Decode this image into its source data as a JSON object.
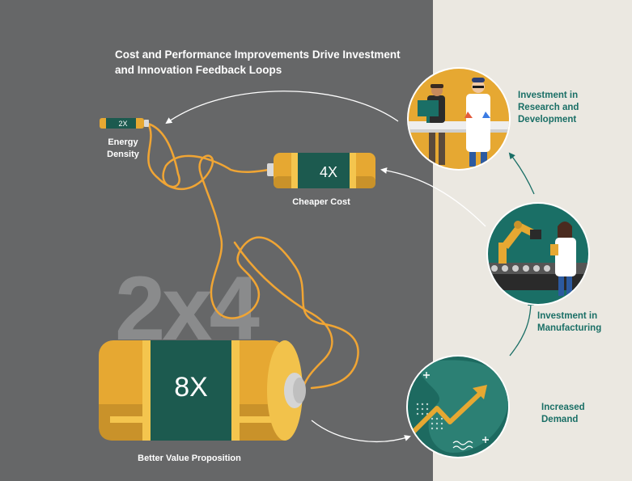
{
  "title_line1": "Cost and Performance Improvements Drive Investment",
  "title_line2": "and Innovation Feedback Loops",
  "battery_small": {
    "value": "2X",
    "label_line1": "Energy",
    "label_line2": "Density"
  },
  "battery_medium": {
    "value": "4X",
    "label": "Cheaper Cost"
  },
  "battery_large": {
    "value": "8X",
    "label": "Better Value Proposition"
  },
  "big_text": "2x4",
  "stages": {
    "research": {
      "line1": "Investment in",
      "line2": "Research and",
      "line3": "Development"
    },
    "manufacturing": {
      "line1": "Investment in",
      "line2": "Manufacturing"
    },
    "demand": {
      "line1": "Increased",
      "line2": "Demand"
    }
  },
  "colors": {
    "left_bg": "#666768",
    "right_bg": "#ebe8e1",
    "battery_gold": "#e6a832",
    "battery_green": "#1c5a4f",
    "teal": "#1a6f66",
    "wire": "#f0a534"
  }
}
